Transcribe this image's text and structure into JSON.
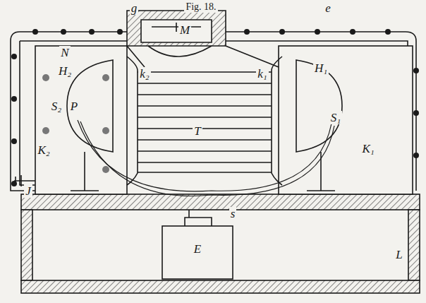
{
  "diagram": {
    "labels": [
      "g",
      "e",
      "Fig. 18.",
      "M",
      "N",
      "k₂",
      "k₁",
      "H₂",
      "H₁",
      "S₂",
      "P",
      "S₁",
      "T",
      "K₁",
      "K₂",
      "J",
      "E",
      "s",
      "L"
    ]
  }
}
